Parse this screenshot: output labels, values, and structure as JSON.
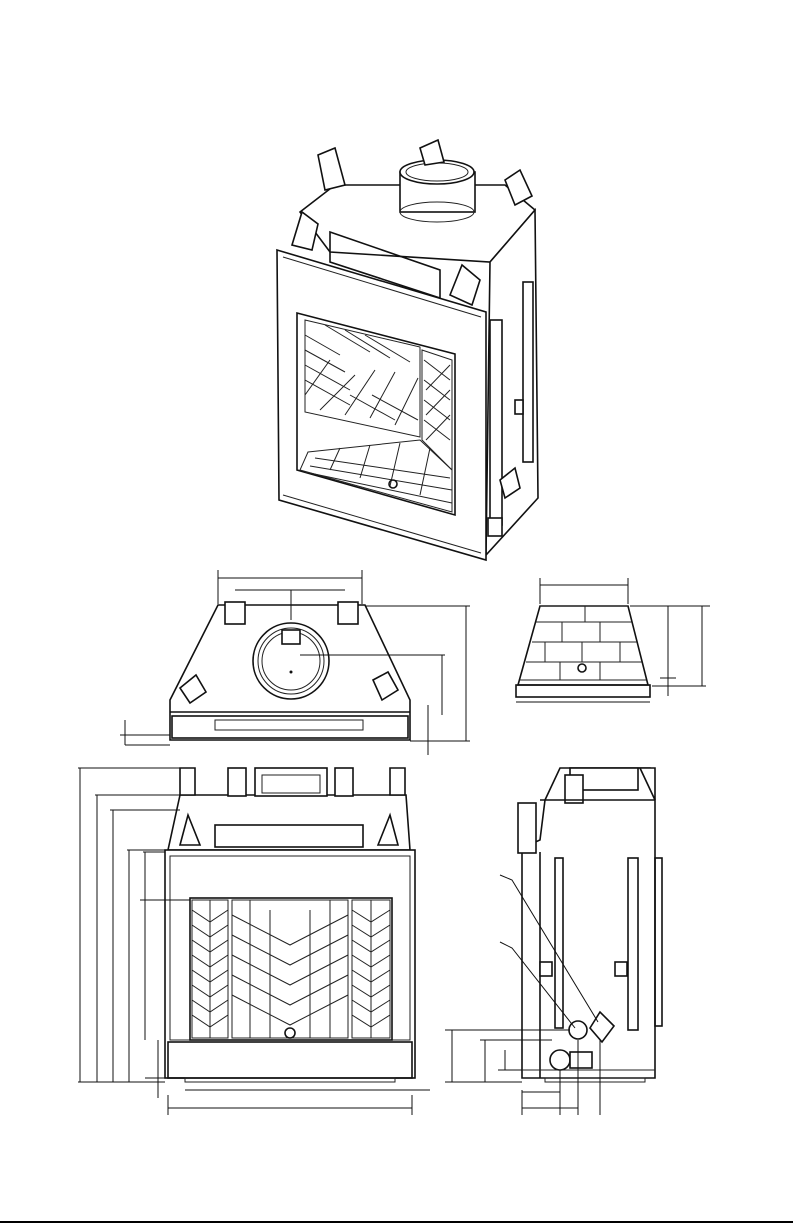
{
  "drawing": {
    "colors": {
      "line": "#111111",
      "background": "#ffffff"
    },
    "views": [
      {
        "id": "isometric-view",
        "kind": "isometric"
      },
      {
        "id": "top-view",
        "kind": "top"
      },
      {
        "id": "firebox-floor-view",
        "kind": "floor"
      },
      {
        "id": "front-view",
        "kind": "front"
      },
      {
        "id": "side-view",
        "kind": "side"
      }
    ]
  }
}
